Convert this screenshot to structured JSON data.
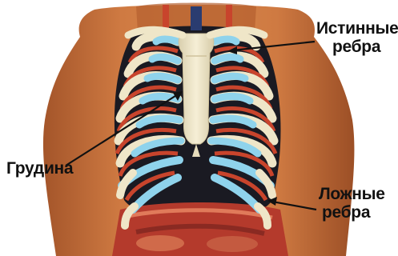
{
  "labels": {
    "true_ribs": {
      "line1": "Истинные",
      "line2": "ребра"
    },
    "false_ribs": {
      "line1": "Ложные",
      "line2": "ребра"
    },
    "sternum": "Грудина"
  },
  "colors": {
    "skin": "#c8703a",
    "bone": "#efe6c8",
    "cartilage": "#8fd3ec",
    "muscle": "#c8442c",
    "cavity": "#1a1a22"
  }
}
